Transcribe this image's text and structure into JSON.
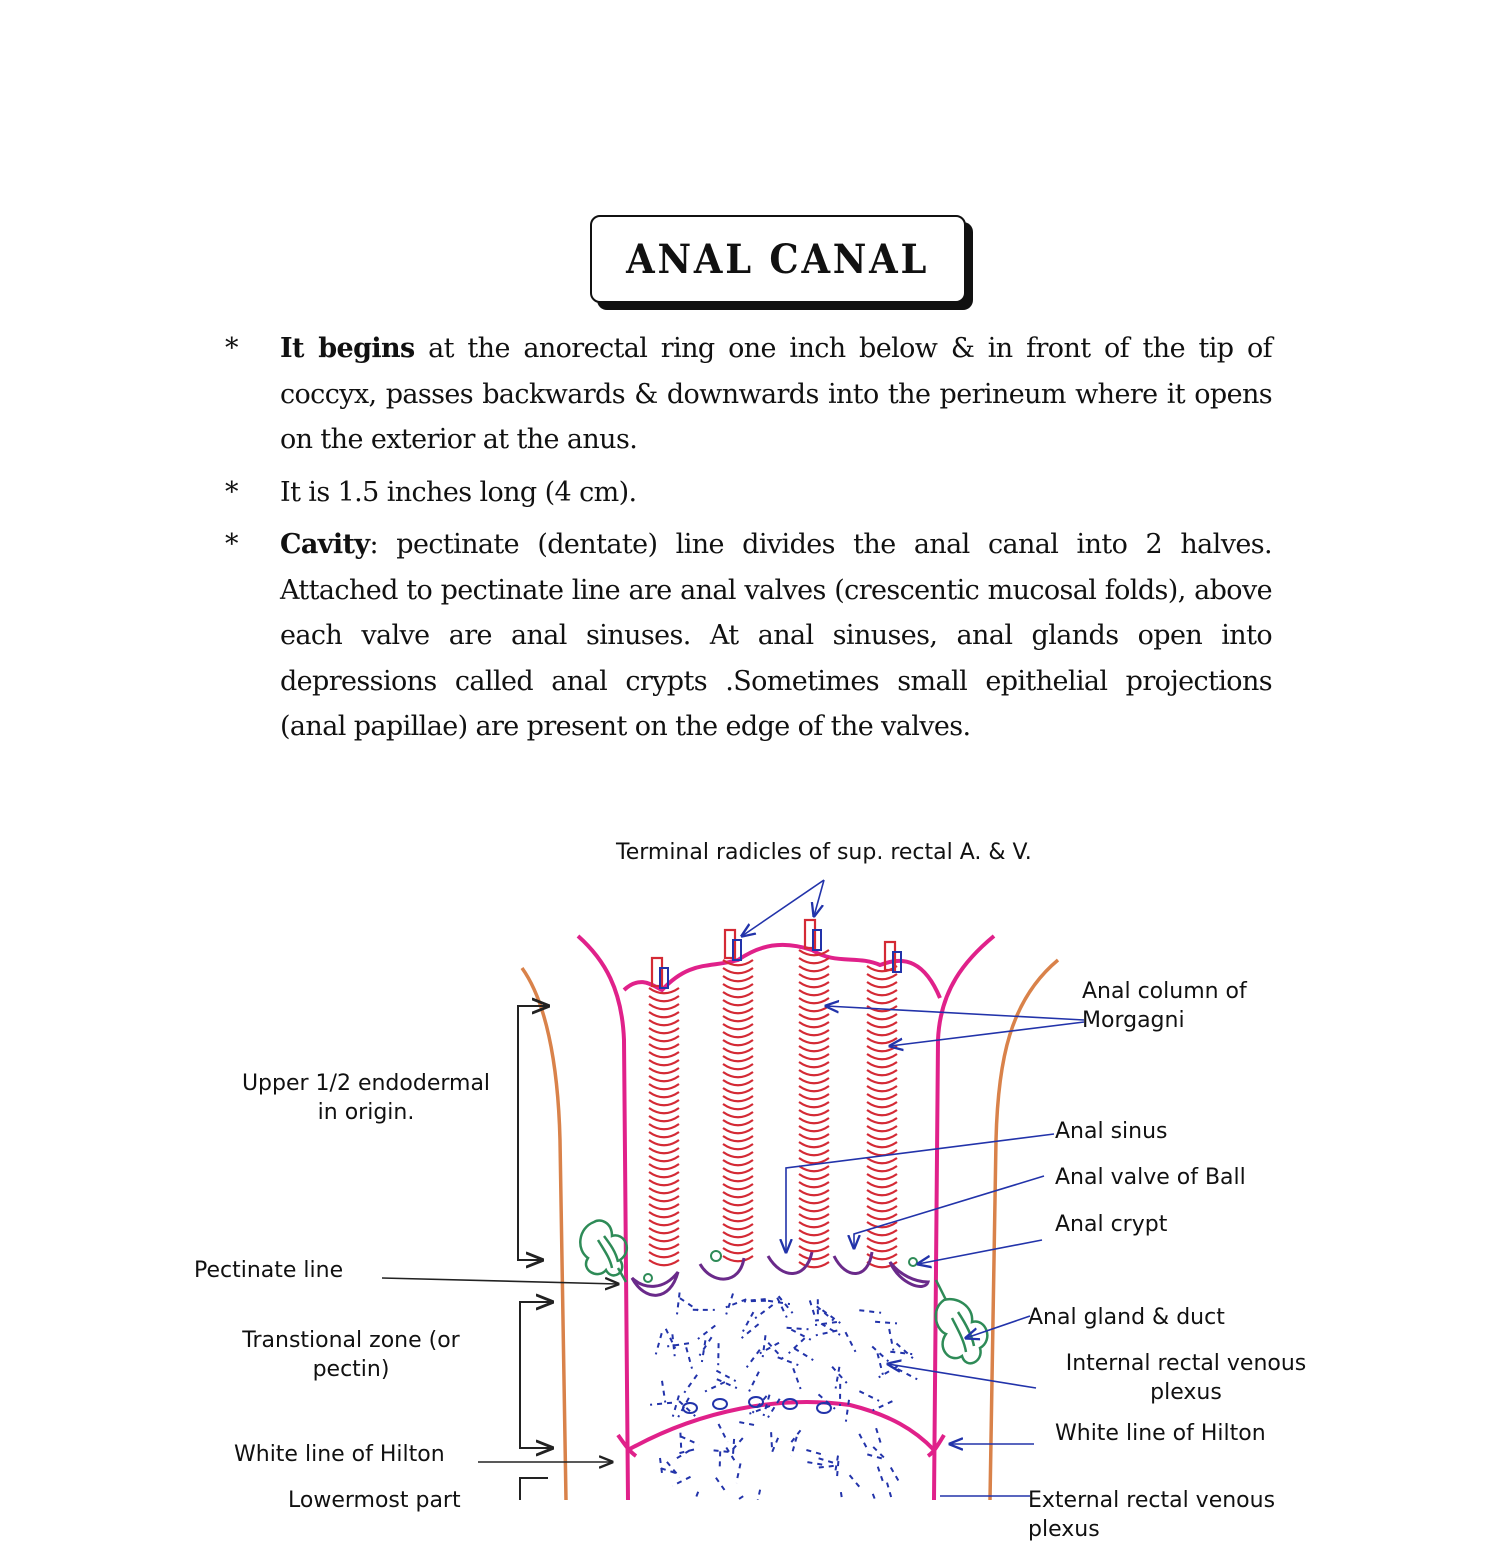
{
  "title": "ANAL CANAL",
  "bullets": [
    {
      "marker": "*",
      "lead": "It begins",
      "text": " at the anorectal ring one inch below & in front of the tip of coccyx, passes backwards & downwards into the perineum where it opens on the exterior at the anus."
    },
    {
      "marker": "*",
      "lead": "",
      "text": "It is 1.5 inches long (4 cm)."
    },
    {
      "marker": "*",
      "lead": "Cavity",
      "text": ": pectinate (dentate) line divides the anal canal into 2 halves. Attached to pectinate line are anal valves (crescentic mucosal folds), above each valve are anal sinuses. At anal sinuses, anal glands open into depressions called anal crypts .Sometimes small epithelial projections (anal papillae) are present on the edge of the valves."
    }
  ],
  "diagram": {
    "labels": {
      "terminal_radicles": "Terminal radicles of sup. rectal A. & V.",
      "anal_column": "Anal column of Morgagni",
      "upper_half": "Upper 1/2 endodermal in origin.",
      "anal_sinus": "Anal sinus",
      "anal_valve": "Anal valve of Ball",
      "anal_crypt": "Anal crypt",
      "pectinate_line": "Pectinate line",
      "anal_gland": "Anal gland & duct",
      "transitional_zone": "Transtional zone (or pectin)",
      "internal_plexus": "Internal rectal venous plexus",
      "white_line_right": "White line of Hilton",
      "white_line_left": "White line of Hilton",
      "lowermost_part": "Lowermost part",
      "external_plexus": "External rectal venous plexus"
    },
    "colors": {
      "mucosa": "#e0218a",
      "columns": "#d42a35",
      "veins": "#2233aa",
      "muscle": "#d9824a",
      "gland": "#2e8b57",
      "valve": "#6a2a8a",
      "ink": "#222222"
    }
  }
}
